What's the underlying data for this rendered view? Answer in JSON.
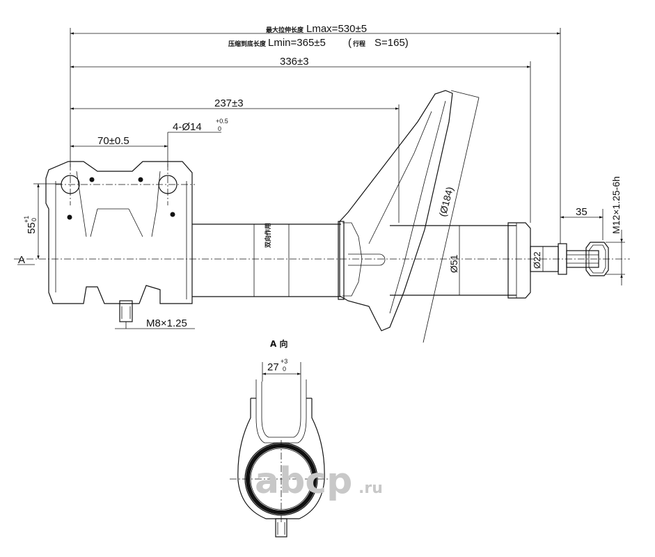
{
  "dimensions": {
    "lmax_cn": "最大拉伸长度",
    "lmax_value": "Lmax=530±5",
    "lmin_cn": "压缩到底长度",
    "lmin_value": "Lmin=365±5",
    "stroke_cn": "行程",
    "stroke_value": "S=165)",
    "stroke_open": "(",
    "d336": "336±3",
    "d237": "237±3",
    "d70": "70±0.5",
    "holes": "4-Ø14",
    "holes_tol_upper": "+0.5",
    "holes_tol_lower": "0",
    "d55": "55",
    "d55_tol_upper": "+1",
    "d55_tol_lower": "0",
    "m8": "M8×1.25",
    "spring_seat": "(Ø184)",
    "body_dia": "Ø51",
    "rod_dia": "Ø22",
    "d35": "35",
    "thread": "M12×1.25-6h",
    "section_mark": "A",
    "stamp": "双向作用"
  },
  "view_a": {
    "title": "A 向",
    "slot_width": "27",
    "slot_tol_upper": "+3",
    "slot_tol_lower": "0"
  },
  "watermark": {
    "text": "abcp",
    "suffix": ".ru"
  }
}
